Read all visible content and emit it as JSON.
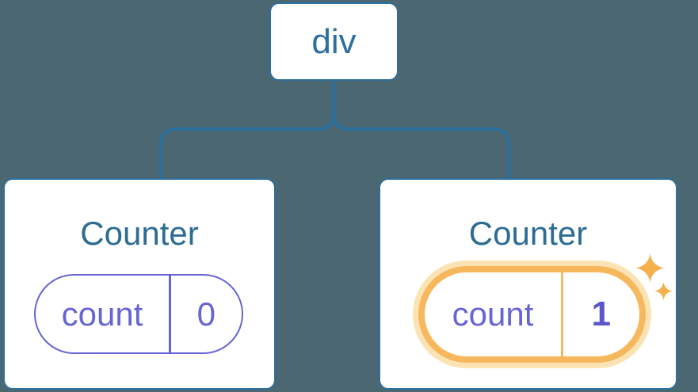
{
  "colors": {
    "background": "#4B6771",
    "connector_blue": "#2F6F9C",
    "node_label_blue": "#2D6F9E",
    "heading_blue": "#2D6C93",
    "pill_purple": "#6865D3",
    "value_bold_purple": "#5B57C8",
    "highlight_orange": "#F7B85D",
    "highlight_glow": "#FBE3B4",
    "sparkle_orange": "#F5AF4D",
    "card_background": "#FFFFFF"
  },
  "tree": {
    "root": {
      "label": "div"
    },
    "children": [
      {
        "title": "Counter",
        "state": {
          "key": "count",
          "value": "0"
        },
        "highlighted": false
      },
      {
        "title": "Counter",
        "state": {
          "key": "count",
          "value": "1"
        },
        "highlighted": true
      }
    ]
  },
  "icons": {
    "sparkle_large": "sparkle-icon (four-point star ✦)",
    "sparkle_small": "sparkle-icon (four-point star ✦)"
  }
}
